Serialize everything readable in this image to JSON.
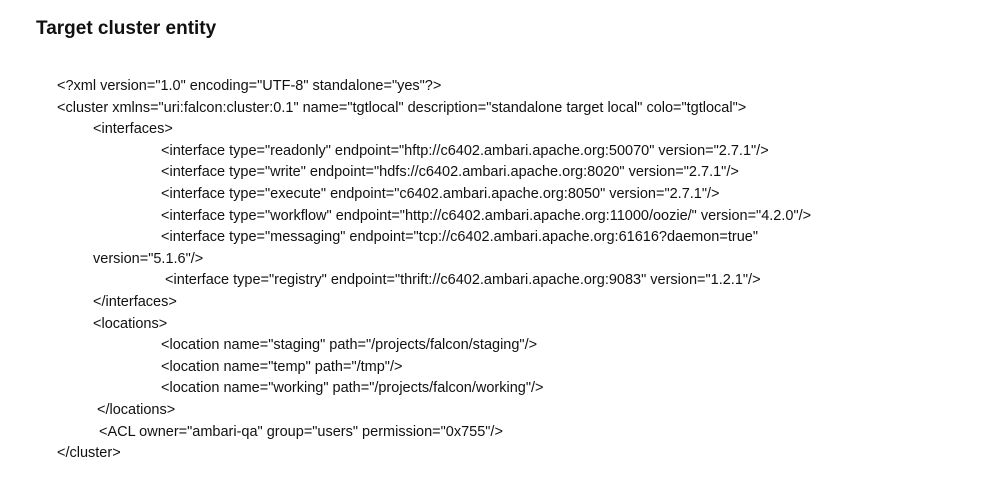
{
  "heading": "Target cluster entity",
  "xml_lines": [
    "<?xml version=\"1.0\" encoding=\"UTF-8\" standalone=\"yes\"?>",
    "<cluster xmlns=\"uri:falcon:cluster:0.1\" name=\"tgtlocal\" description=\"standalone target local\" colo=\"tgtlocal\">",
    "<interfaces>",
    "<interface type=\"readonly\" endpoint=\"hftp://c6402.ambari.apache.org:50070\" version=\"2.7.1\"/>",
    "<interface type=\"write\" endpoint=\"hdfs://c6402.ambari.apache.org:8020\" version=\"2.7.1\"/>",
    "<interface type=\"execute\" endpoint=\"c6402.ambari.apache.org:8050\" version=\"2.7.1\"/>",
    "<interface type=\"workflow\" endpoint=\"http://c6402.ambari.apache.org:11000/oozie/\" version=\"4.2.0\"/>",
    "<interface type=\"messaging\" endpoint=\"tcp://c6402.ambari.apache.org:61616?daemon=true\"",
    "version=\"5.1.6\"/>",
    "<interface type=\"registry\" endpoint=\"thrift://c6402.ambari.apache.org:9083\" version=\"1.2.1\"/>",
    "</interfaces>",
    "<locations>",
    "<location name=\"staging\" path=\"/projects/falcon/staging\"/>",
    "<location name=\"temp\" path=\"/tmp\"/>",
    "<location name=\"working\" path=\"/projects/falcon/working\"/>",
    "</locations>",
    "<ACL owner=\"ambari-qa\" group=\"users\" permission=\"0x755\"/>",
    "</cluster>"
  ]
}
